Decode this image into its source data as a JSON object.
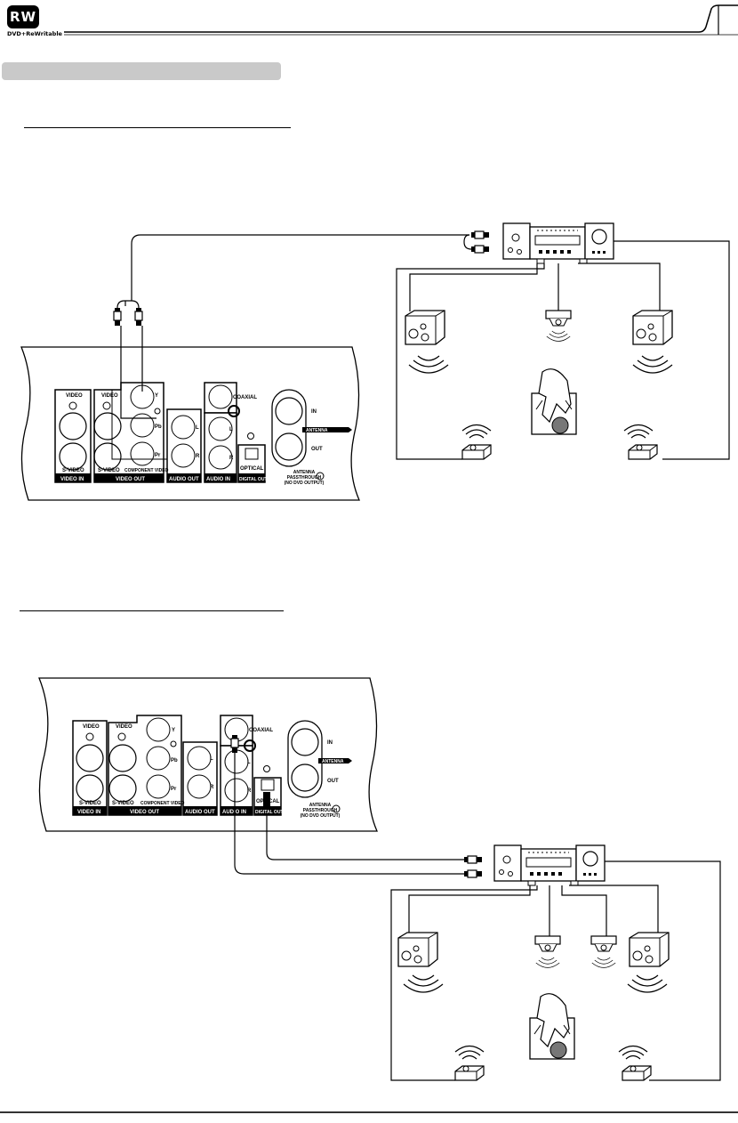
{
  "header": {
    "logo_mark": "RW",
    "logo_sub": "DVD+ReWritable"
  },
  "panel_labels": {
    "video": "VIDEO",
    "svideo": "S-VIDEO",
    "video_in": "VIDEO IN",
    "video_out": "VIDEO OUT",
    "component_video": "COMPONENT VIDEO",
    "y": "Y",
    "pb": "Pb",
    "pr": "Pr",
    "l": "L",
    "r": "R",
    "audio_out": "AUDIO OUT",
    "audio_in": "AUDIO IN",
    "coaxial": "COAXIAL",
    "optical": "OPTICAL",
    "digital_out": "DIGITAL OUT",
    "in": "IN",
    "out": "OUT",
    "antenna": "ANTENNA",
    "antenna_pass": "ANTENNA",
    "passthrough": "PASSTHROUGH",
    "no_dvd_output": "(NO DVD OUTPUT)"
  }
}
